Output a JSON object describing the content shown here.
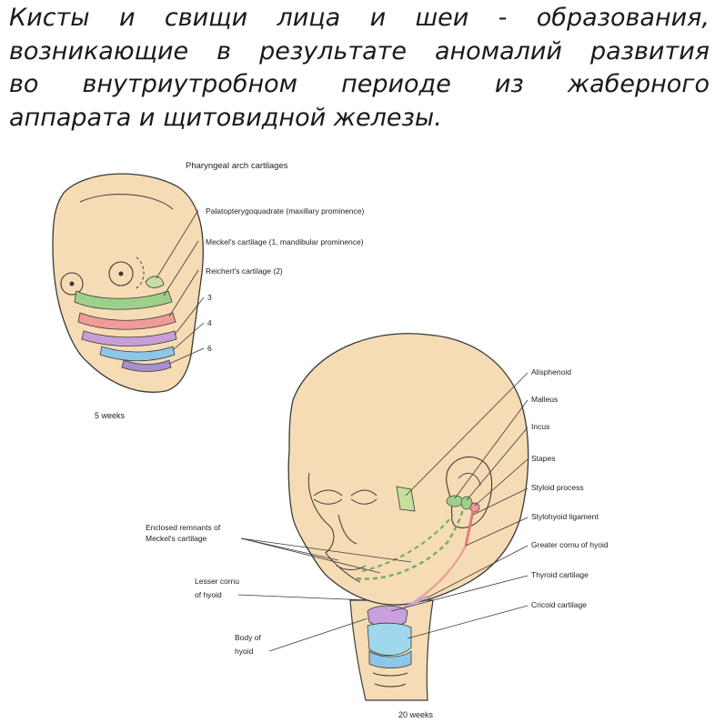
{
  "heading": {
    "line1": "Кисты и свищи лица и шеи - образования,",
    "line2": "возникающие в результате аномалий развития",
    "line3": "во внутриутробном периоде из жаберного",
    "line4": "аппарата и щитовидной железы."
  },
  "embryo": {
    "title": "Pharyngeal arch cartilages",
    "age": "5 weeks",
    "labels": [
      "Palatopterygoquadrate (maxillary prominence)",
      "Meckel's cartilage (1, mandibular prominence)",
      "Reichert's cartilage (2)",
      "3",
      "4",
      "6"
    ]
  },
  "fetus": {
    "age": "20 weeks",
    "right_labels": [
      "Alisphenoid",
      "Malleus",
      "Incus",
      "Stapes",
      "Styloid process",
      "Stylohyoid ligament",
      "Greater cornu of hyoid",
      "Thyroid cartilage",
      "Cricoid cartilage"
    ],
    "left_labels": {
      "meckel_line1": "Enclosed remnants of",
      "meckel_line2": "Meckel's cartilage",
      "lesser_line1": "Lesser cornu",
      "lesser_line2": "of hyoid",
      "body_line1": "Body of",
      "body_line2": "hyoid"
    }
  },
  "colors": {
    "skin": "#f6dcb4",
    "outline": "#3a3a3a",
    "arch1_maxillary": "#c5df9e",
    "arch1_mandibular": "#9fd08a",
    "arch2": "#f19a9a",
    "arch3": "#c79fd6",
    "arch4": "#8ec6e8",
    "arch6": "#a88fd0",
    "hyoid_body": "#c9a0dc",
    "thyroid": "#9fd8ec"
  }
}
